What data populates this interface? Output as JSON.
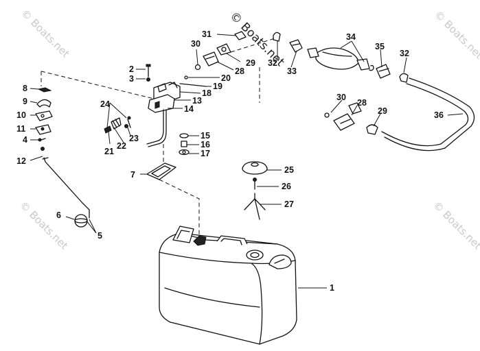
{
  "watermark": {
    "main": "© Boats.net",
    "faint": "© Boats.net"
  },
  "callouts": {
    "c1": "1",
    "c2": "2",
    "c3": "3",
    "c4": "4",
    "c5": "5",
    "c6": "6",
    "c7": "7",
    "c8": "8",
    "c9": "9",
    "c10": "10",
    "c11": "11",
    "c12": "12",
    "c13": "13",
    "c14": "14",
    "c15": "15",
    "c16": "16",
    "c17": "17",
    "c18": "18",
    "c19": "19",
    "c20": "20",
    "c21": "21",
    "c22": "22",
    "c23": "23",
    "c24": "24",
    "c25": "25",
    "c26": "26",
    "c27": "27",
    "c28a": "28",
    "c28b": "28",
    "c29a": "29",
    "c29b": "29",
    "c30a": "30",
    "c30b": "30",
    "c31": "31",
    "c32a": "32",
    "c32b": "32",
    "c33": "33",
    "c34": "34",
    "c35": "35",
    "c36": "36"
  }
}
